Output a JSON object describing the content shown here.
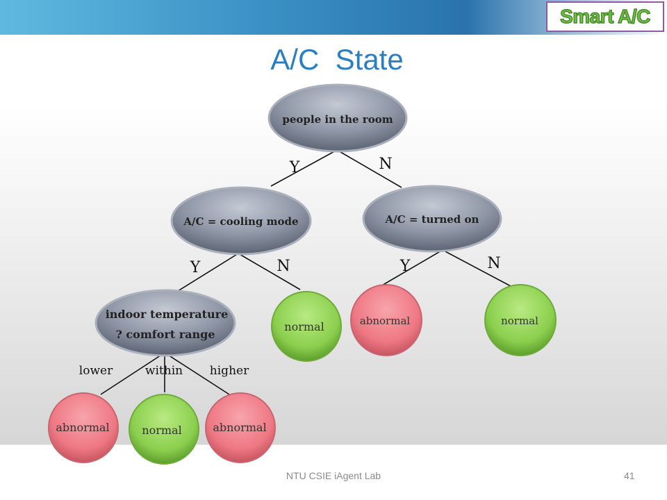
{
  "header": {
    "badge": "Smart A/C",
    "title": "A/C  State"
  },
  "tree": {
    "nodes": {
      "root": "people in the room",
      "cooling": "A/C = cooling mode",
      "turned_on": "A/C = turned on",
      "temp_line1": "indoor temperature",
      "temp_line2": "? comfort  range",
      "cooling_n": "normal",
      "turned_y": "abnormal",
      "turned_n": "normal",
      "lower": "abnormal",
      "within": "normal",
      "higher": "abnormal"
    },
    "edges": {
      "root_y": "Y",
      "root_n": "N",
      "cooling_y": "Y",
      "cooling_n": "N",
      "turned_y": "Y",
      "turned_n": "N",
      "lower": "lower",
      "within": "within",
      "higher": "higher"
    }
  },
  "colors": {
    "decision": "#8b93a3",
    "abnormal": "#f07b86",
    "normal": "#8dd24f",
    "title": "#2a7fc0"
  },
  "footer": {
    "lab": "NTU CSIE iAgent Lab",
    "page": "41"
  }
}
